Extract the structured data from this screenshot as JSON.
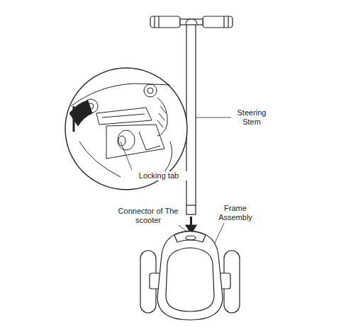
{
  "diagram": {
    "labels": [
      "Steering Stem",
      "Locking tab",
      "Connector of The scooter",
      "Frame Assembly"
    ]
  }
}
